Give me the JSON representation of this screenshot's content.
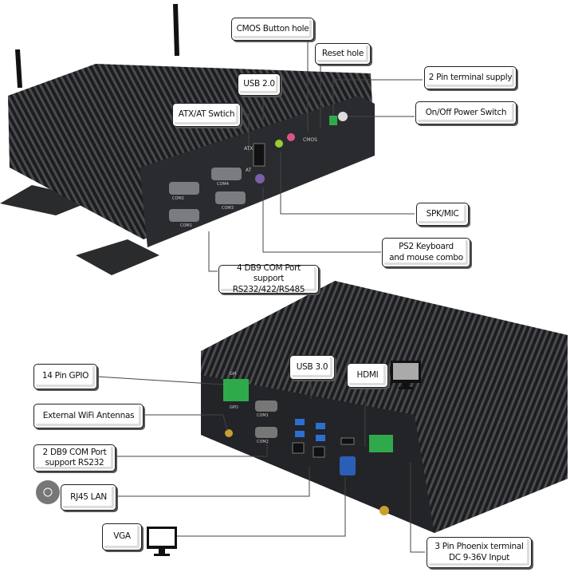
{
  "top_device": {
    "callouts": {
      "cmos_button": "CMOS Button hole",
      "reset": "Reset  hole",
      "usb2": "USB 2.0",
      "atx_at": "ATX/AT Swtich",
      "two_pin": "2 Pin terminal supply",
      "power_switch": "On/Off Power Switch",
      "spk_mic": "SPK/MIC",
      "ps2_line1": "PS2 Keyboard",
      "ps2_line2": "and mouse combo",
      "com4_line1": "4 DB9 COM Port",
      "com4_line2": "support RS232/422/RS485"
    },
    "panel_labels": [
      "ATX",
      "AT",
      "CMOS",
      "COM1",
      "COM2",
      "COM3",
      "COM4"
    ]
  },
  "bottom_device": {
    "callouts": {
      "gpio": "14 Pin GPIO",
      "wifi": "External WiFi Antennas",
      "com2_line1": "2 DB9 COM Port",
      "com2_line2": "support RS232",
      "rj45": "RJ45 LAN",
      "vga": "VGA",
      "usb3": "USB 3.0",
      "hdmi": "HDMI",
      "phoenix_line1": "3 Pin Phoenix terminal",
      "phoenix_line2": "DC 9-36V Input"
    },
    "panel_labels": [
      "GPI",
      "GPO",
      "COM1",
      "COM2"
    ]
  },
  "colors": {
    "body": "#1f2022",
    "fin": "#3a3b3e",
    "terminal": "#2faa4a",
    "vga": "#2a5fb8",
    "usb3": "#2d6fd0",
    "antenna": "#c9a030"
  }
}
